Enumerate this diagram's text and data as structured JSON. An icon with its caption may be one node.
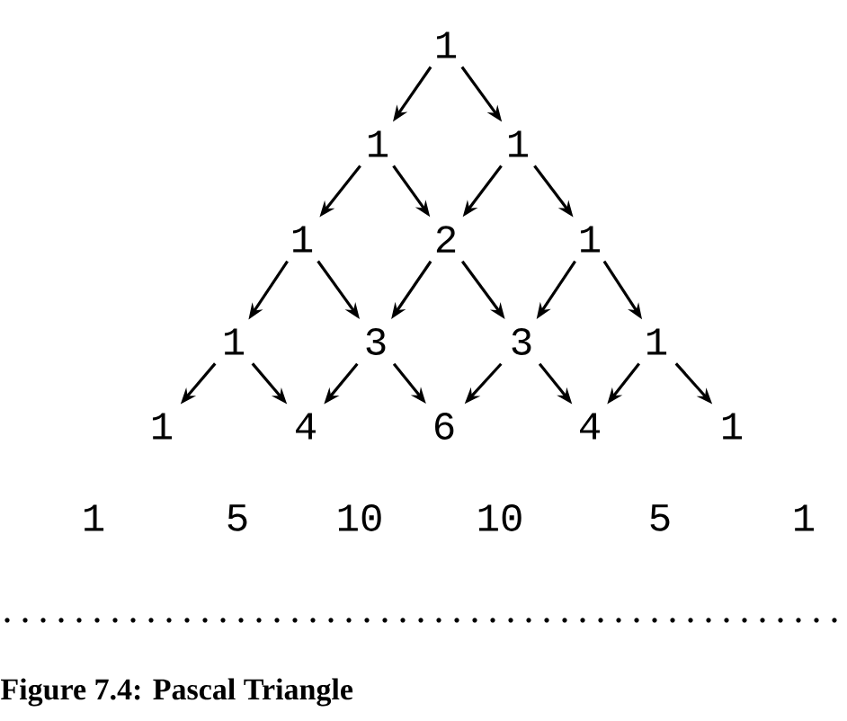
{
  "diagram": {
    "caption": "Figure 7.4: Pascal Triangle",
    "nodes": [
      {
        "text": [
          "1"
        ]
      },
      {
        "text": [
          "1"
        ]
      },
      {
        "text": [
          "1"
        ]
      },
      {
        "text": [
          "1"
        ]
      },
      {
        "text": [
          "2"
        ]
      },
      {
        "text": [
          "1"
        ]
      },
      {
        "text": [
          "1"
        ]
      },
      {
        "text": [
          "3"
        ]
      },
      {
        "text": [
          "3"
        ]
      },
      {
        "text": [
          "1"
        ]
      },
      {
        "text": [
          "1"
        ]
      },
      {
        "text": [
          "4"
        ]
      },
      {
        "text": [
          "6"
        ]
      },
      {
        "text": [
          "4"
        ]
      },
      {
        "text": [
          "1"
        ]
      }
    ],
    "edges": [
      {
        "from": 0,
        "to": 1,
        "arrow": "to"
      },
      {
        "from": 0,
        "to": 2,
        "arrow": "to"
      },
      {
        "from": 1,
        "to": 3,
        "arrow": "to"
      },
      {
        "from": 1,
        "to": 4,
        "arrow": "to"
      },
      {
        "from": 2,
        "to": 4,
        "arrow": "to"
      },
      {
        "from": 2,
        "to": 5,
        "arrow": "to"
      },
      {
        "from": 3,
        "to": 6,
        "arrow": "to"
      },
      {
        "from": 3,
        "to": 7,
        "arrow": "to"
      },
      {
        "from": 4,
        "to": 7,
        "arrow": "to"
      },
      {
        "from": 4,
        "to": 8,
        "arrow": "to"
      },
      {
        "from": 5,
        "to": 8,
        "arrow": "to"
      },
      {
        "from": 5,
        "to": 9,
        "arrow": "to"
      },
      {
        "from": 6,
        "to": 10,
        "arrow": "to"
      },
      {
        "from": 6,
        "to": 11,
        "arrow": "to"
      },
      {
        "from": 7,
        "to": 11,
        "arrow": "to"
      },
      {
        "from": 7,
        "to": 12,
        "arrow": "to"
      },
      {
        "from": 8,
        "to": 12,
        "arrow": "to"
      },
      {
        "from": 8,
        "to": 13,
        "arrow": "to"
      },
      {
        "from": 9,
        "to": 13,
        "arrow": "to"
      },
      {
        "from": 9,
        "to": 14,
        "arrow": "to"
      }
    ],
    "labels": [
      "1",
      "5",
      "10",
      "10",
      "5",
      "1"
    ]
  }
}
